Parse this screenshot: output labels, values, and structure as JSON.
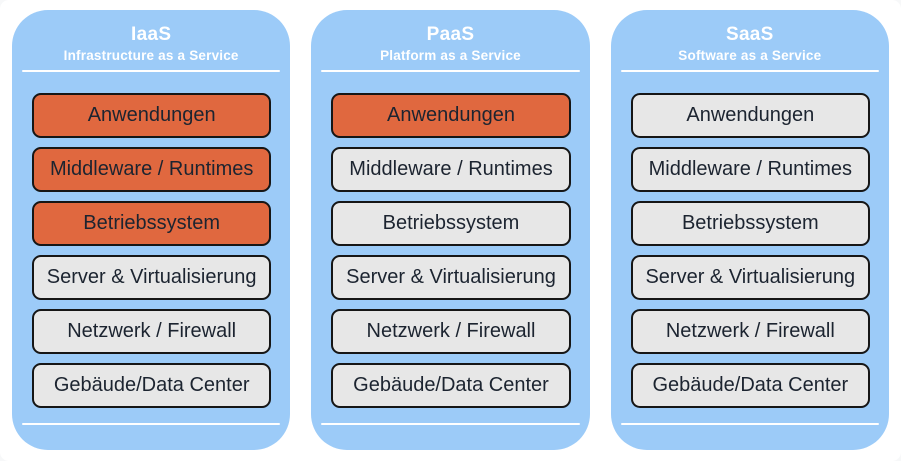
{
  "colors": {
    "page_background": "#ffffff",
    "page_edge": "#f7f8f9",
    "column_background": "#9ccbf8",
    "layer_highlight": "#e0683f",
    "layer_default": "#e7e7e7",
    "layer_border": "#161616",
    "layer_text": "#1c2430",
    "header_text": "#ffffff",
    "divider": "#ffffff"
  },
  "columns": [
    {
      "id": "iaas",
      "title": "IaaS",
      "subtitle": "Infrastructure as a Service",
      "layers": [
        {
          "label": "Anwendungen",
          "highlight": true
        },
        {
          "label": "Middleware / Runtimes",
          "highlight": true
        },
        {
          "label": "Betriebssystem",
          "highlight": true
        },
        {
          "label": "Server & Virtualisierung",
          "highlight": false
        },
        {
          "label": "Netzwerk / Firewall",
          "highlight": false
        },
        {
          "label": "Gebäude/Data Center",
          "highlight": false
        }
      ]
    },
    {
      "id": "paas",
      "title": "PaaS",
      "subtitle": "Platform as a Service",
      "layers": [
        {
          "label": "Anwendungen",
          "highlight": true
        },
        {
          "label": "Middleware / Runtimes",
          "highlight": false
        },
        {
          "label": "Betriebssystem",
          "highlight": false
        },
        {
          "label": "Server & Virtualisierung",
          "highlight": false
        },
        {
          "label": "Netzwerk / Firewall",
          "highlight": false
        },
        {
          "label": "Gebäude/Data Center",
          "highlight": false
        }
      ]
    },
    {
      "id": "saas",
      "title": "SaaS",
      "subtitle": "Software as a Service",
      "layers": [
        {
          "label": "Anwendungen",
          "highlight": false
        },
        {
          "label": "Middleware / Runtimes",
          "highlight": false
        },
        {
          "label": "Betriebssystem",
          "highlight": false
        },
        {
          "label": "Server & Virtualisierung",
          "highlight": false
        },
        {
          "label": "Netzwerk / Firewall",
          "highlight": false
        },
        {
          "label": "Gebäude/Data Center",
          "highlight": false
        }
      ]
    }
  ]
}
